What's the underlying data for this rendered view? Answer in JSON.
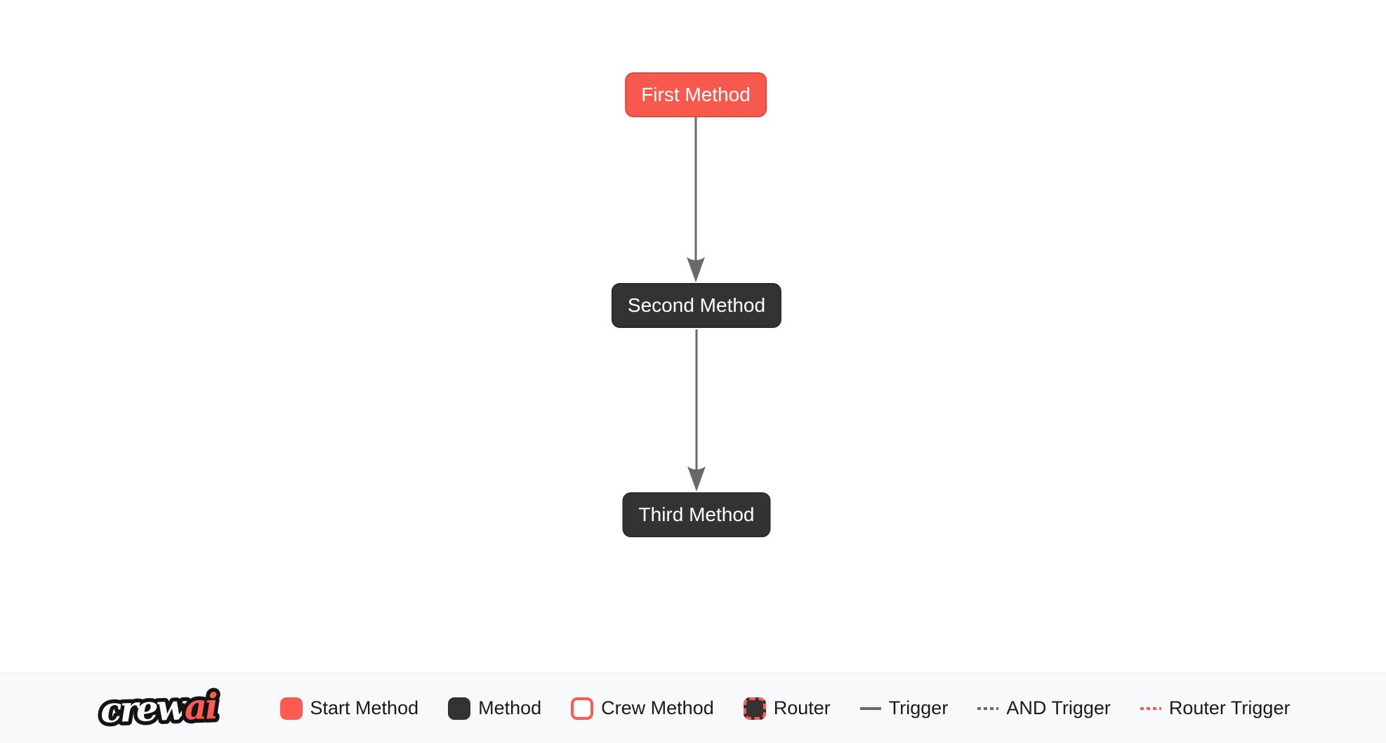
{
  "colors": {
    "start_fill": "#F8594E",
    "start_border": "#E04A3F",
    "method_fill": "#333333",
    "edge_gray": "#696969",
    "brand_red": "#FF5A50",
    "legend_bg": "#F8F9FA",
    "legend_text": "#1A1A1A"
  },
  "flow": {
    "nodes": [
      {
        "id": "first",
        "label": "First Method",
        "type": "start-method"
      },
      {
        "id": "second",
        "label": "Second Method",
        "type": "method"
      },
      {
        "id": "third",
        "label": "Third Method",
        "type": "method"
      }
    ],
    "edges": [
      {
        "from": "First Method",
        "to": "Second Method",
        "type": "trigger"
      },
      {
        "from": "Second Method",
        "to": "Third Method",
        "type": "trigger"
      }
    ]
  },
  "legend": {
    "logo": {
      "crew": "crew",
      "ai": "ai"
    },
    "items": [
      {
        "label": "Start Method",
        "swatch": "start-method-swatch"
      },
      {
        "label": "Method",
        "swatch": "method-swatch"
      },
      {
        "label": "Crew Method",
        "swatch": "crew-method-swatch"
      },
      {
        "label": "Router",
        "swatch": "router-swatch"
      },
      {
        "label": "Trigger",
        "swatch": "trigger-line"
      },
      {
        "label": "AND Trigger",
        "swatch": "and-trigger-line"
      },
      {
        "label": "Router Trigger",
        "swatch": "router-trigger-line"
      }
    ]
  }
}
